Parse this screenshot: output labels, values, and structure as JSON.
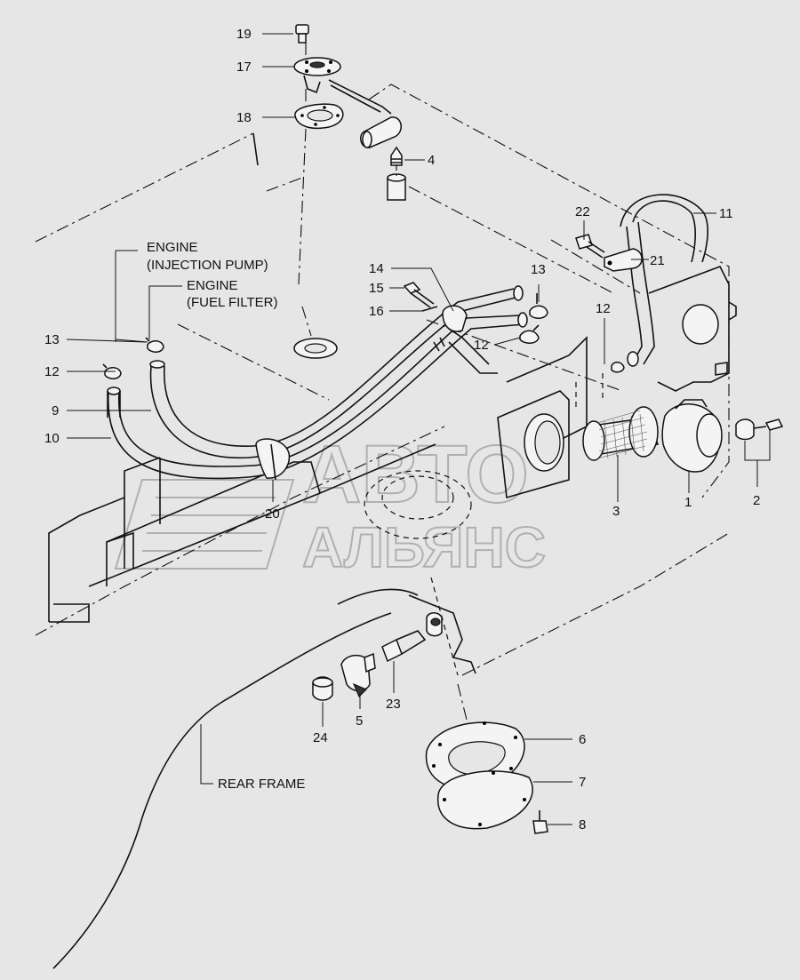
{
  "labels": {
    "engine_injection_1": "ENGINE",
    "engine_injection_2": "(INJECTION PUMP)",
    "engine_filter_1": "ENGINE",
    "engine_filter_2": "(FUEL FILTER)",
    "rear_frame": "REAR FRAME"
  },
  "watermark": {
    "line1": "АВТО",
    "line2": "АЛЬЯНС"
  },
  "callouts": {
    "n1": "1",
    "n2": "2",
    "n3": "3",
    "n4": "4",
    "n5": "5",
    "n6": "6",
    "n7": "7",
    "n8": "8",
    "n9": "9",
    "n10": "10",
    "n11": "11",
    "n12a": "12",
    "n12b": "12",
    "n12c": "12",
    "n13a": "13",
    "n13b": "13",
    "n14": "14",
    "n15": "15",
    "n16": "16",
    "n17": "17",
    "n18": "18",
    "n19": "19",
    "n20": "20",
    "n21": "21",
    "n22": "22",
    "n23": "23",
    "n24": "24"
  },
  "colors": {
    "background": "#e6e6e6",
    "ink": "#111111",
    "watermark": "#b0b0b0"
  }
}
